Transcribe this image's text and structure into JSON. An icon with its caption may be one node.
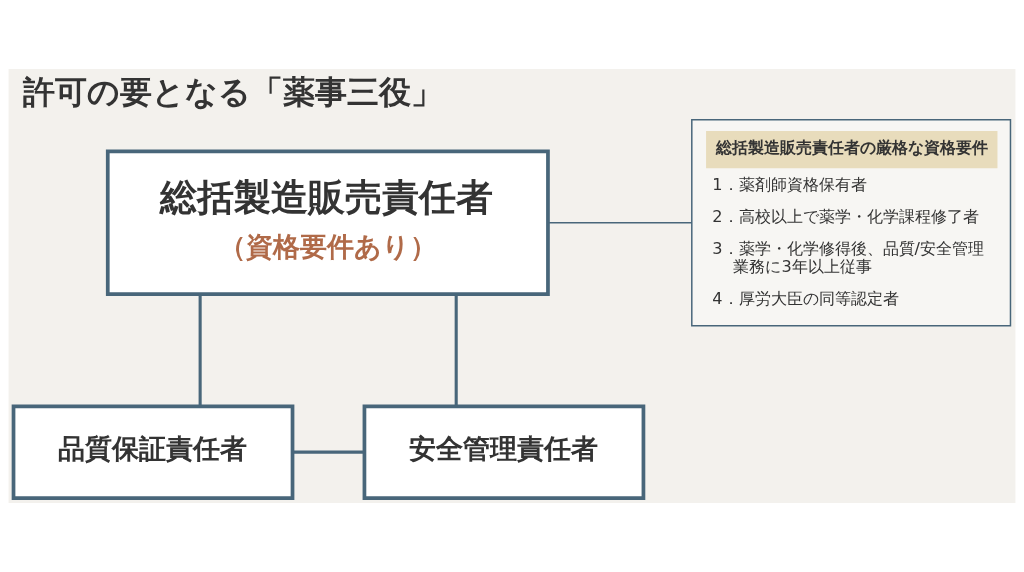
{
  "diagram": {
    "title": "許可の要となる「薬事三役」",
    "nodes": [
      {
        "text": [
          "総括製造販売責任者",
          "（資格要件あり）"
        ]
      },
      {
        "text": [
          "総括製造販売責任者の厳格な資格要件",
          "1．薬剤師資格保有者",
          "2．高校以上で薬学・化学課程修了者",
          "3．薬学・化学修得後、品質/安全管理業務に3年以上従事",
          "4．厚労大臣の同等認定者"
        ]
      },
      {
        "text": [
          "品質保証責任者"
        ]
      },
      {
        "text": [
          "安全管理責任者"
        ]
      }
    ],
    "edges": [
      {
        "from": 0,
        "to": 1,
        "arrow": "none"
      },
      {
        "from": 0,
        "to": 2,
        "arrow": "none"
      },
      {
        "from": 0,
        "to": 3,
        "arrow": "none"
      },
      {
        "from": 2,
        "to": 3,
        "arrow": "none"
      }
    ]
  }
}
